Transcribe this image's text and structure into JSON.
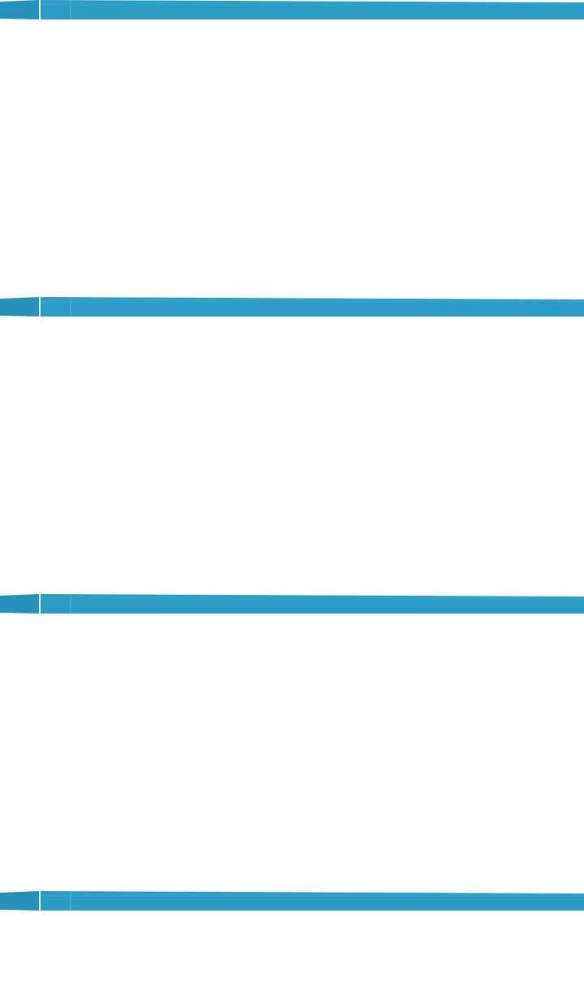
{
  "strips": [
    {
      "id": "strip-1"
    },
    {
      "id": "strip-2"
    },
    {
      "id": "strip-3"
    },
    {
      "id": "strip-4"
    }
  ],
  "colors": {
    "background": "#ffffff",
    "tape_dark": "#2590b8",
    "tape_main": "#2a9cc3",
    "tape_light": "#3aa8cf",
    "seam": "#e8f4f8"
  }
}
